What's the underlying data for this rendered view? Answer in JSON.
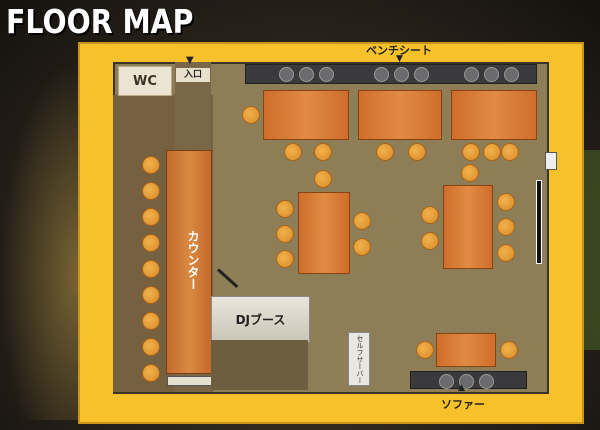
{
  "title": "FLOOR MAP",
  "labels": {
    "wc": "WC",
    "entrance": "入口",
    "counter": "カウンター",
    "dj_booth": "DJブース",
    "bench_seat": "ベンチシート",
    "sofa": "ソファー",
    "server": "セルフサーバー"
  },
  "colors": {
    "frame": "#f6c12a",
    "floor": "#8e7e58",
    "table": "#d98a43",
    "stool": "#f1b24c",
    "bench": "#3a3a3c"
  },
  "icons": {
    "entrance_arrow": "down-arrow-icon",
    "bench_arrow": "down-arrow-icon",
    "sofa_arrow": "up-arrow-icon"
  }
}
